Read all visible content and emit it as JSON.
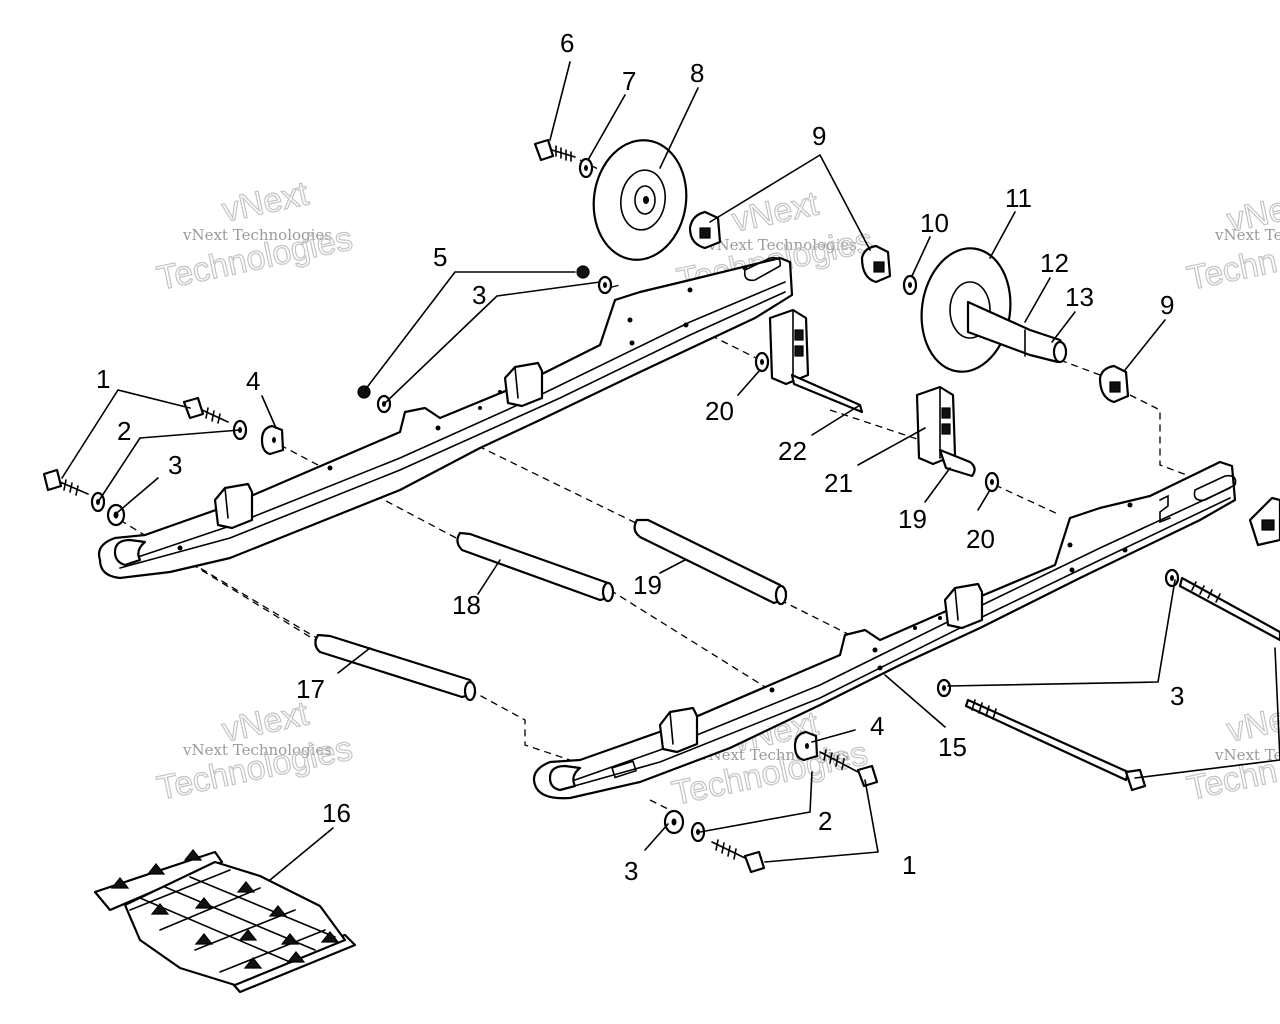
{
  "callouts": {
    "c1": "1",
    "c2": "2",
    "c3": "3",
    "c4": "4",
    "c5": "5",
    "c6": "6",
    "c7": "7",
    "c8": "8",
    "c9": "9",
    "c10": "10",
    "c11": "11",
    "c12": "12",
    "c13": "13",
    "c15": "15",
    "c16": "16",
    "c17": "17",
    "c18": "18",
    "c19": "19",
    "c20": "20",
    "c21": "21",
    "c22": "22"
  },
  "watermark": {
    "line1": "vNext Technologies",
    "line2": "vNext",
    "line3": "Technologies",
    "line1_cut": "vNext Te",
    "line3_cut": "Techn"
  }
}
